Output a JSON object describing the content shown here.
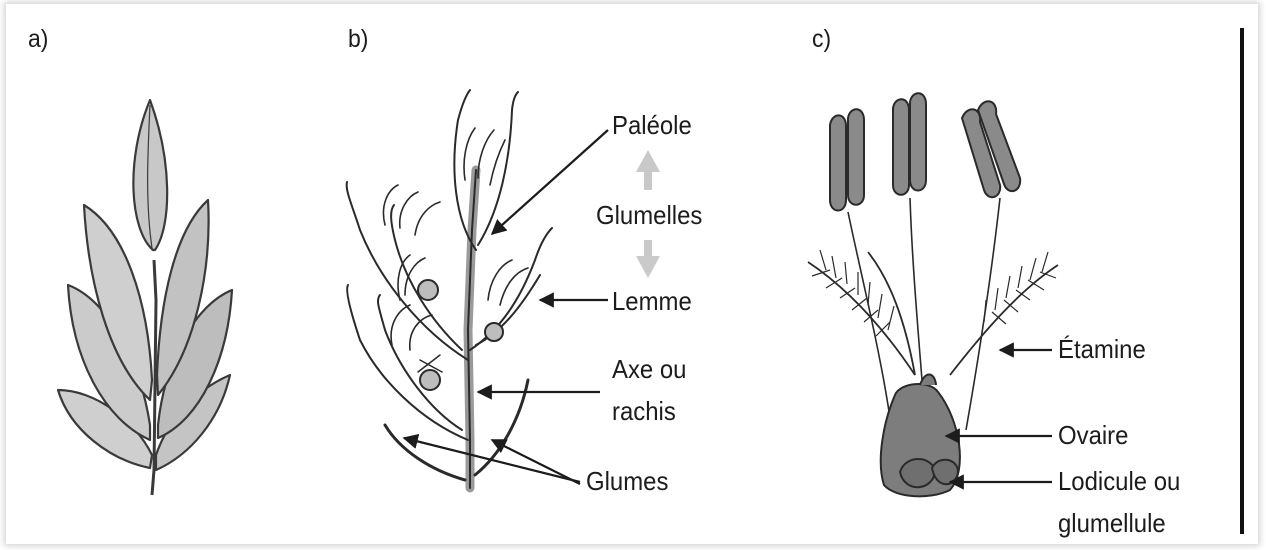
{
  "panels": {
    "a": {
      "letter": "a)"
    },
    "b": {
      "letter": "b)",
      "labels": {
        "paleole": "Paléole",
        "glumelles": "Glumelles",
        "lemme": "Lemme",
        "axe_line1": "Axe ou",
        "axe_line2": "rachis",
        "glumes": "Glumes"
      }
    },
    "c": {
      "letter": "c)",
      "labels": {
        "etamine": "Étamine",
        "ovaire": "Ovaire",
        "lodicule_line1": "Lodicule ou",
        "lodicule_line2": "glumellule"
      }
    }
  },
  "colors": {
    "ink": "#1c1c1c",
    "organ_fill": "#c6c6c6",
    "organ_dark": "#9a9a9a",
    "ovary_fill": "#7d7d7d",
    "arrow_grey": "#c9c9c9"
  }
}
